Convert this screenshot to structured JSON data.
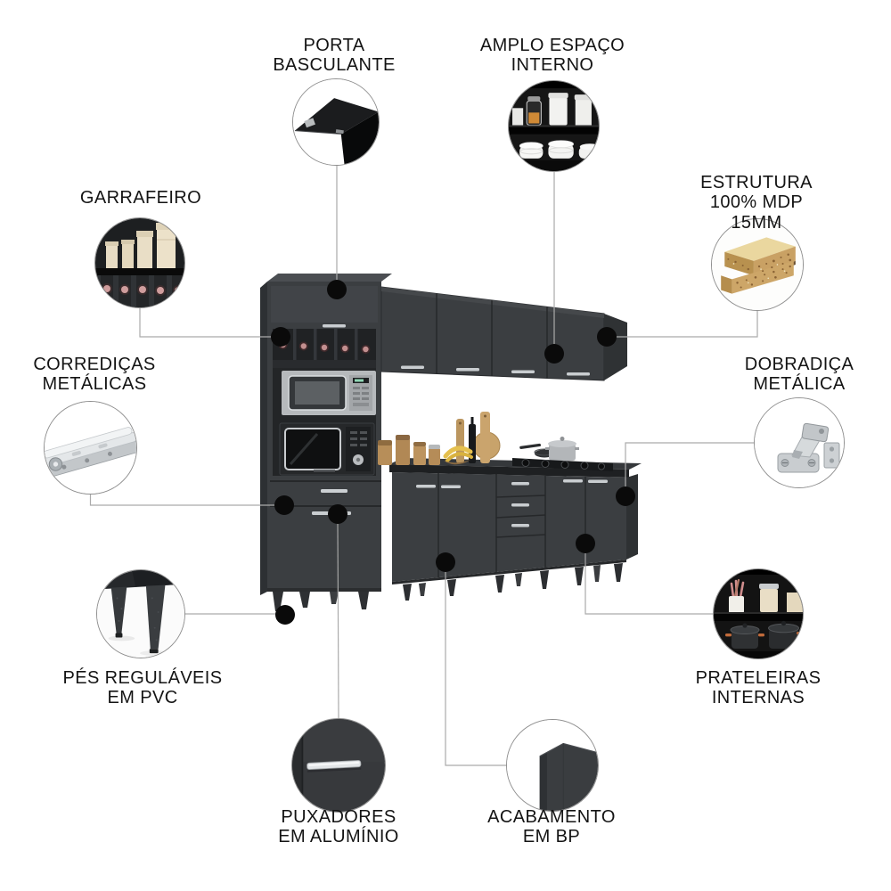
{
  "figure": {
    "type": "product-feature-infographic",
    "product": "kitchen cabinet set with microwave and oven niches",
    "colors": {
      "cabinet": "#3b3e41",
      "cabinet_dark": "#26282a",
      "handle_aluminium": "#c9cdd1",
      "wood_mdp": "#d9b97e",
      "bottle_capsule": "#c28f8f",
      "leader_line": "#ababab",
      "dot": "#0a0a0a",
      "label_text": "#141414"
    }
  },
  "callouts": [
    {
      "id": "porta-basculante",
      "label": "PORTA\nBASCULANTE",
      "icon": "flap-door-photo"
    },
    {
      "id": "amplo-espaco-interno",
      "label": "AMPLO ESPAÇO\nINTERNO",
      "icon": "interior-shelves-photo"
    },
    {
      "id": "garrafeiro",
      "label": "GARRAFEIRO",
      "icon": "wine-rack-photo"
    },
    {
      "id": "estrutura-mdp",
      "label": "ESTRUTURA\n100% MDP 15MM",
      "icon": "mdp-board-photo"
    },
    {
      "id": "corredicas-metalicas",
      "label": "CORREDIÇAS\nMETÁLICAS",
      "icon": "drawer-slide-photo"
    },
    {
      "id": "dobradica-metalica",
      "label": "DOBRADIÇA\nMETÁLICA",
      "icon": "metal-hinge-photo"
    },
    {
      "id": "pes-regulaveis",
      "label": "PÉS REGULÁVEIS\nEM PVC",
      "icon": "adjustable-feet-photo"
    },
    {
      "id": "prateleiras-internas",
      "label": "PRATELEIRAS\nINTERNAS",
      "icon": "inner-shelves-photo"
    },
    {
      "id": "puxadores-aluminio",
      "label": "PUXADORES\nEM ALUMÍNIO",
      "icon": "aluminium-handle-photo"
    },
    {
      "id": "acabamento-bp",
      "label": "ACABAMENTO\nEM BP",
      "icon": "bp-finish-photo"
    }
  ]
}
